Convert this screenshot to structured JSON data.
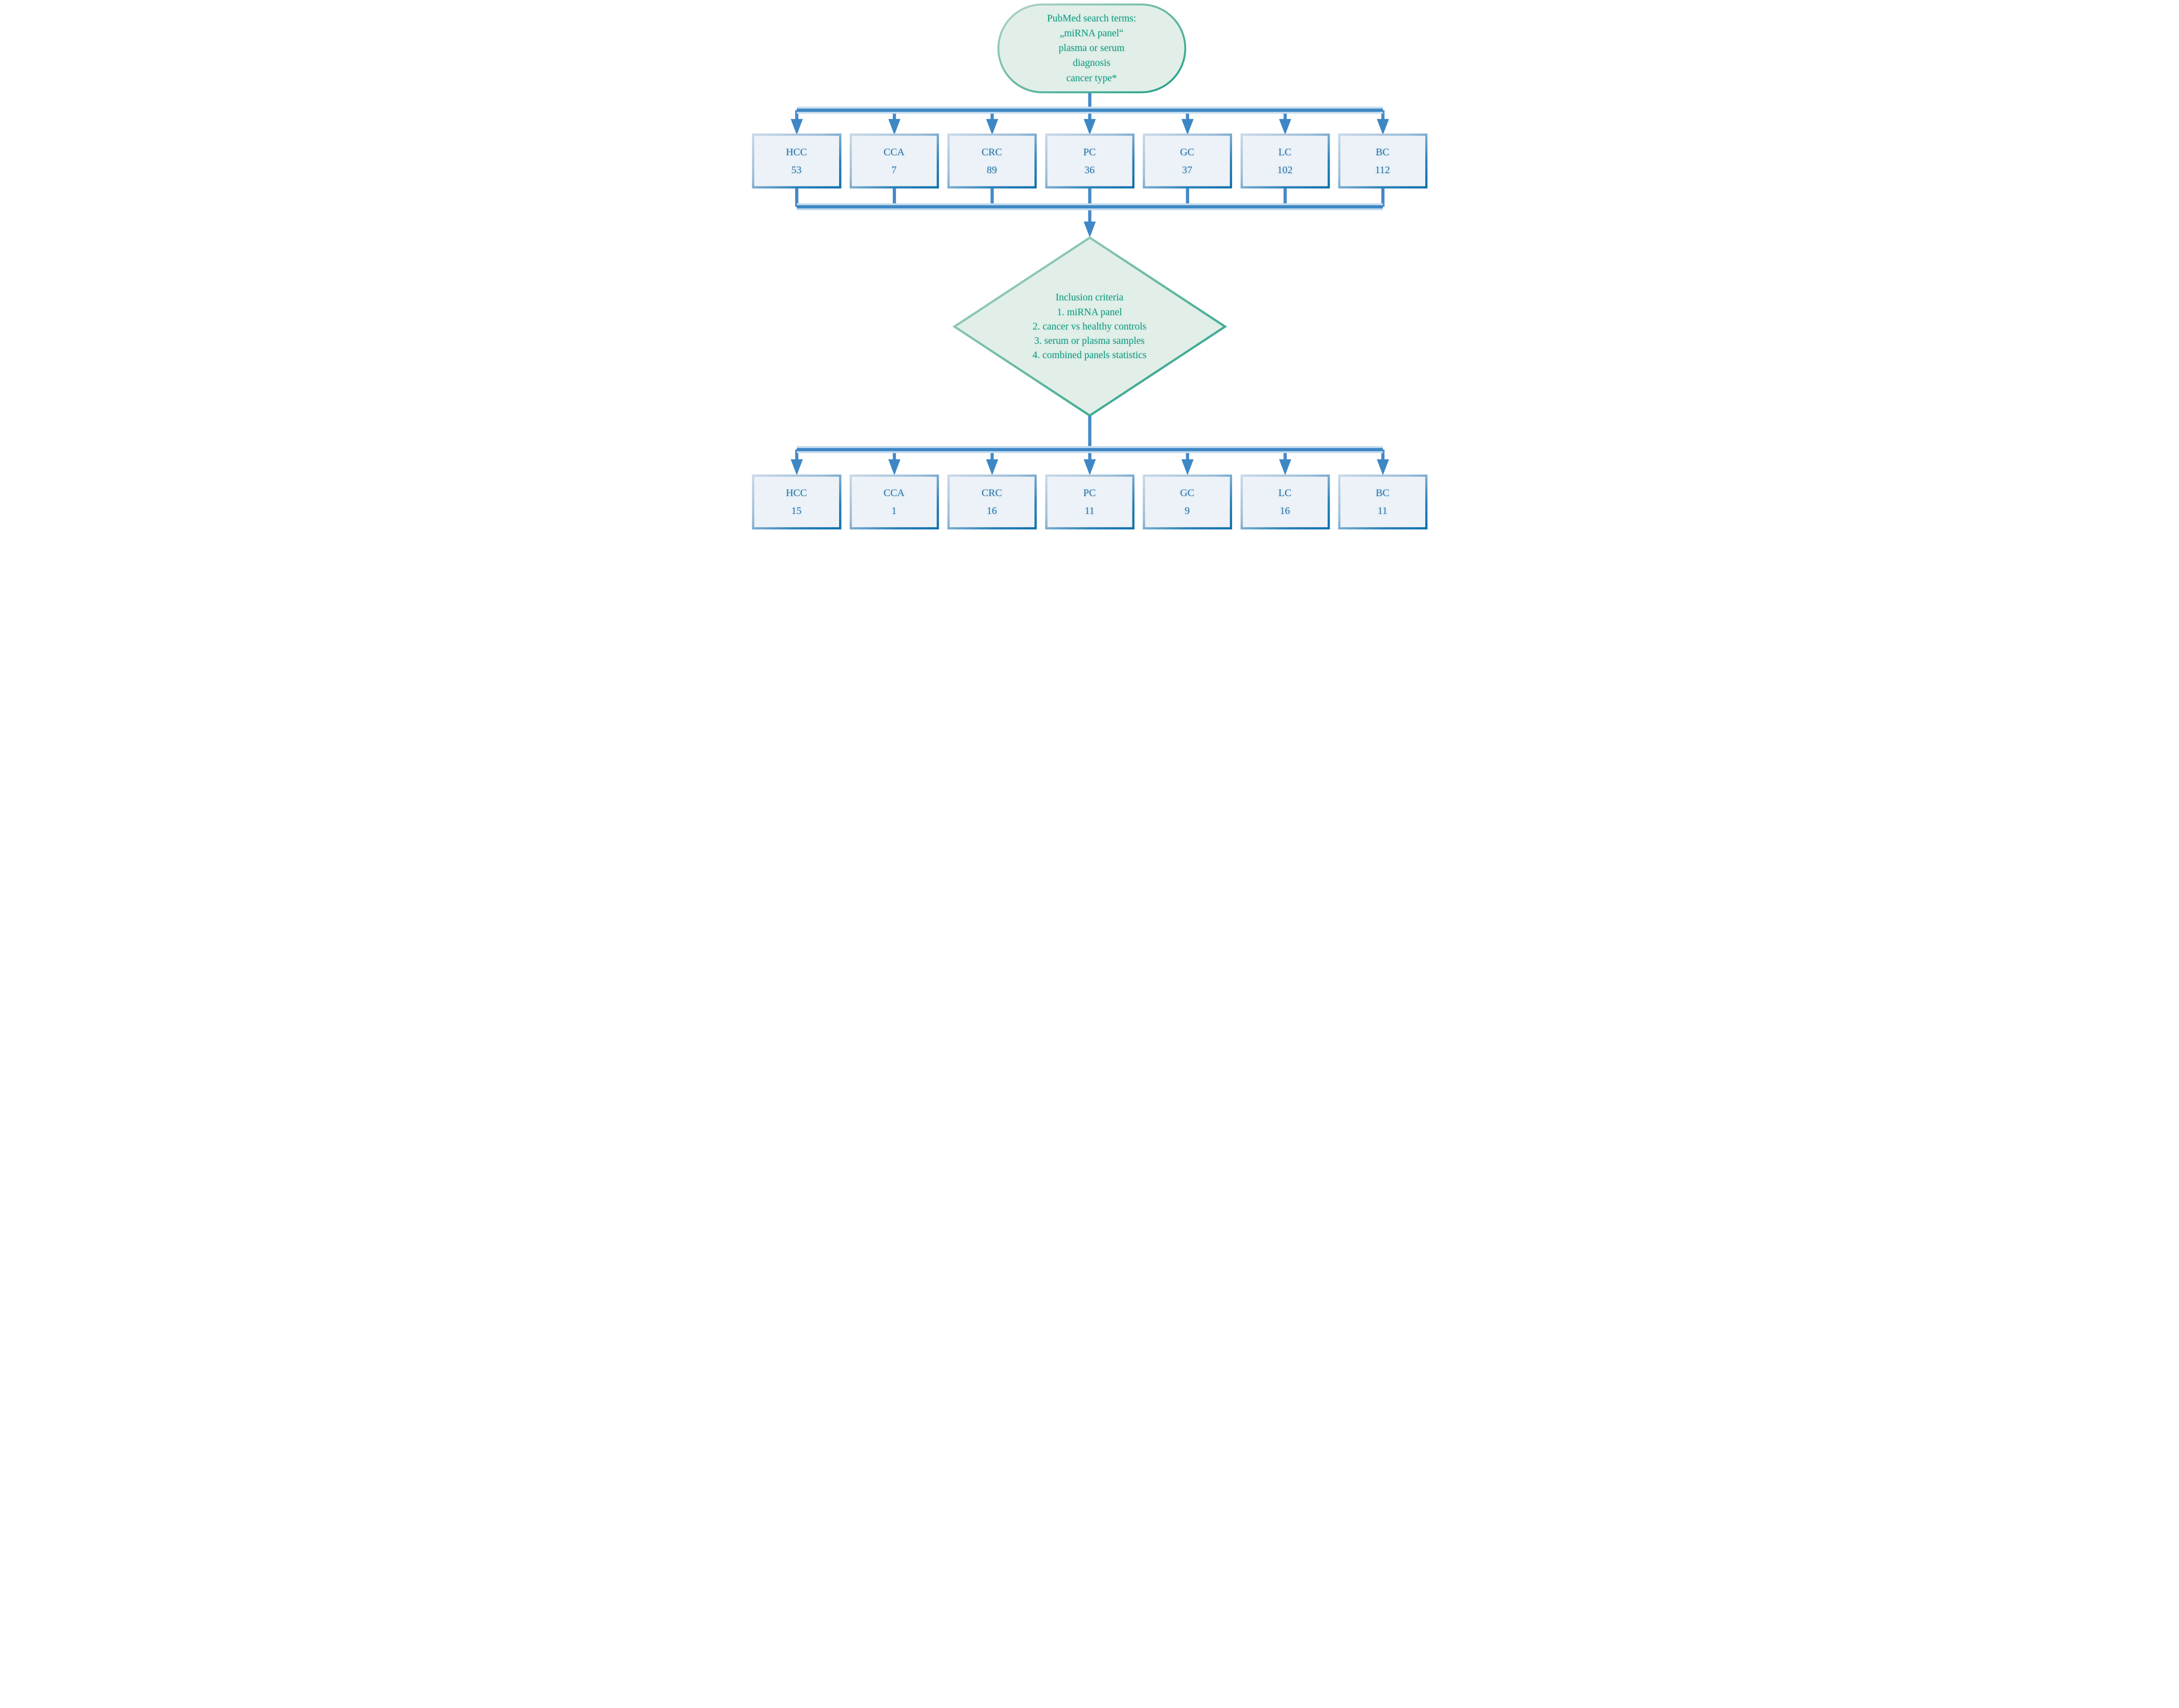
{
  "figure": {
    "type": "flowchart",
    "description": "PubMed literature screening flow for miRNA panel cancer diagnosis studies"
  },
  "colors": {
    "connector_blue": "#3d87c5",
    "connector_halo": "#c6dcef",
    "box_fill": "#edf2f8",
    "box_border_light": "#c5d5e6",
    "box_border_dark": "#1173ae",
    "box_text_blue": "#2d6c9e",
    "green_fill": "#e2efe9",
    "green_border_light": "#b0d4c7",
    "green_border_dark": "#27a089",
    "green_text": "#12957c"
  },
  "start_node": {
    "lines": [
      "PubMed search terms:",
      "„miRNA panel“",
      "plasma or serum",
      "diagnosis",
      "cancer type*"
    ]
  },
  "decision_node": {
    "lines": [
      "Inclusion criteria",
      "1. miRNA panel",
      "2. cancer vs healthy controls",
      "3. serum or plasma samples",
      "4. combined panels statistics"
    ]
  },
  "search_results_row": [
    {
      "label": "HCC",
      "count": "53"
    },
    {
      "label": "CCA",
      "count": "7"
    },
    {
      "label": "CRC",
      "count": "89"
    },
    {
      "label": "PC",
      "count": "36"
    },
    {
      "label": "GC",
      "count": "37"
    },
    {
      "label": "LC",
      "count": "102"
    },
    {
      "label": "BC",
      "count": "112"
    }
  ],
  "included_row": [
    {
      "label": "HCC",
      "count": "15"
    },
    {
      "label": "CCA",
      "count": "1"
    },
    {
      "label": "CRC",
      "count": "16"
    },
    {
      "label": "PC",
      "count": "11"
    },
    {
      "label": "GC",
      "count": "9"
    },
    {
      "label": "LC",
      "count": "16"
    },
    {
      "label": "BC",
      "count": "11"
    }
  ]
}
